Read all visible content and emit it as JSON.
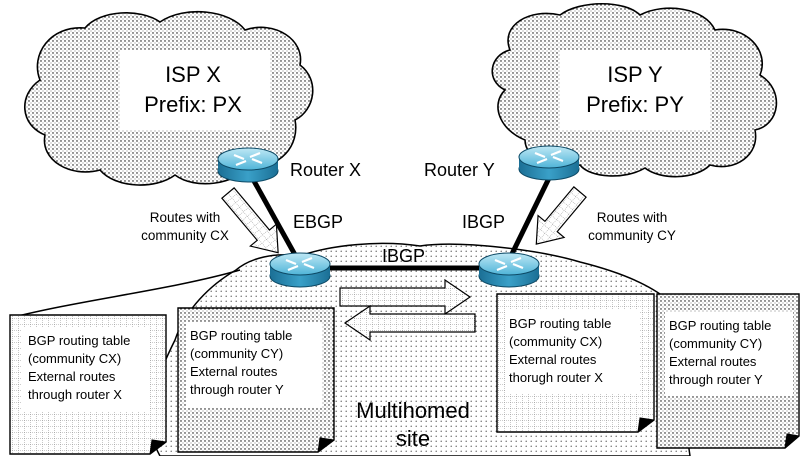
{
  "isp_x": {
    "name": "ISP X",
    "prefix": "Prefix: PX"
  },
  "isp_y": {
    "name": "ISP Y",
    "prefix": "Prefix: PY"
  },
  "routers": {
    "x": "Router X",
    "y": "Router Y"
  },
  "links": {
    "ebgp": "EBGP",
    "ibgp_right": "IBGP",
    "ibgp_middle": "IBGP"
  },
  "community_left": {
    "line1": "Routes with",
    "line2": "community CX"
  },
  "community_right": {
    "line1": "Routes with",
    "line2": "community CY"
  },
  "site": {
    "line1": "Multihomed",
    "line2": "site"
  },
  "tables": [
    {
      "line1": "BGP routing table",
      "line2": "(community CX)",
      "line3": "External routes",
      "line4": "through router X"
    },
    {
      "line1": "BGP routing table",
      "line2": "(community CY)",
      "line3": "External routes",
      "line4": "through router Y"
    },
    {
      "line1": "BGP routing table",
      "line2": "(community CX)",
      "line3": "External routes",
      "line4": "thorugh router X"
    },
    {
      "line1": "BGP routing table",
      "line2": "(community CY)",
      "line3": "External routes",
      "line4": "through router Y"
    }
  ]
}
